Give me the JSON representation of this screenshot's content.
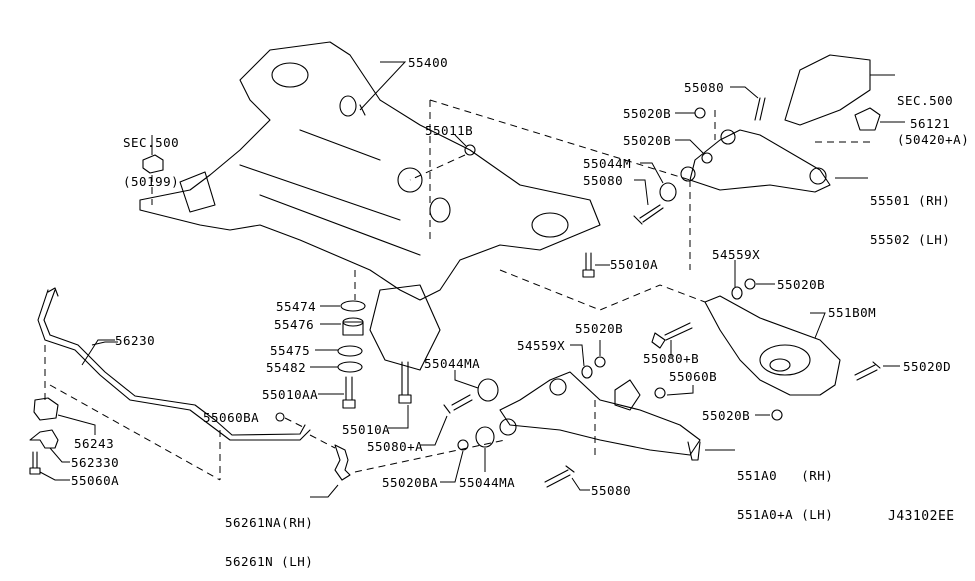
{
  "diagram": {
    "title": "Front Suspension Member / Lower Link / Stabilizer",
    "diagram_code": "J43102EE",
    "background": "#ffffff",
    "ink": "#000000"
  },
  "labels": {
    "sec500_50199": [
      "SEC.500",
      "(50199)"
    ],
    "p55400": "55400",
    "p55011B": "55011B",
    "p55080_top": "55080",
    "p55020B_1": "55020B",
    "p55020B_2": "55020B",
    "p55044M": "55044M",
    "p55080_mid": "55080",
    "sec500_50420A": [
      "SEC.500",
      "(50420+A)"
    ],
    "p56121": "56121",
    "p55501_55502": [
      "55501 (RH)",
      "55502 (LH)"
    ],
    "p55010A_right": "55010A",
    "p54559X_right": "54559X",
    "p55020B_3": "55020B",
    "p551B0M": "551B0M",
    "p55474": "55474",
    "p55476": "55476",
    "p55475": "55475",
    "p55482": "55482",
    "p55010AA": "55010AA",
    "p55010A_left": "55010A",
    "p55080A": "55080+A",
    "p56230": "56230",
    "p56243": "56243",
    "p562330": "562330",
    "p55060A": "55060A",
    "p55060BA": "55060BA",
    "p56261": [
      "56261NA(RH)",
      "56261N (LH)"
    ],
    "p55020BA": "55020BA",
    "p55044MA_1": "55044MA",
    "p55044MA_2": "55044MA",
    "p54559X_mid": "54559X",
    "p55020B_4": "55020B",
    "p55080B": "55080+B",
    "p55060B": "55060B",
    "p55020D": "55020D",
    "p55020B_5": "55020B",
    "p551A0": [
      "551A0   (RH)",
      "551A0+A (LH)"
    ],
    "p55080_bottom": "55080"
  }
}
